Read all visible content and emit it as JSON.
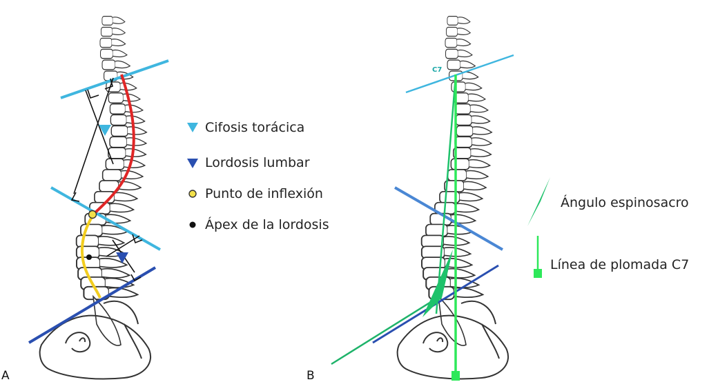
{
  "panel_a": {
    "letter": "A",
    "legend": [
      {
        "marker": "triangle-light-blue",
        "text": "Cifosis torácica"
      },
      {
        "marker": "triangle-dark-blue",
        "text": "Lordosis lumbar"
      },
      {
        "marker": "circle-yellow",
        "text": "Punto de inflexión"
      },
      {
        "marker": "circle-black",
        "text": "Ápex de la lordosis"
      }
    ]
  },
  "panel_b": {
    "letter": "B",
    "vertebra_label": "C7",
    "legend": [
      {
        "marker": "wedge-green",
        "text": "Ángulo espinosacro"
      },
      {
        "marker": "plumb-line-green",
        "text": "Línea de plomada C7"
      }
    ]
  },
  "colors": {
    "light_blue": "#3fb6df",
    "dark_blue": "#2a4fb0",
    "red": "#e02626",
    "yellow": "#f2cd1f",
    "green": "#1ec26b",
    "bright_green": "#2ee85a",
    "outline": "#333333"
  }
}
